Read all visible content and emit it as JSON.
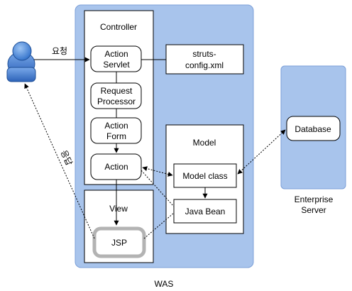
{
  "user": {
    "request_label": "요청",
    "response_label": "응답"
  },
  "was": {
    "label": "WAS",
    "controller": {
      "title": "Controller",
      "action_servlet": [
        "Action",
        "Servlet"
      ],
      "request_processor": [
        "Request",
        "Processor"
      ],
      "action_form": [
        "Action",
        "Form"
      ],
      "action": "Action"
    },
    "config": [
      "struts-",
      "config.xml"
    ],
    "model": {
      "title": "Model",
      "model_class": "Model class",
      "java_bean": "Java Bean"
    },
    "view": {
      "title": "View",
      "jsp": "JSP"
    }
  },
  "enterprise": {
    "label": [
      "Enterprise",
      "Server"
    ],
    "database": "Database"
  },
  "colors": {
    "container_fill": "#a8c4ec",
    "container_stroke": "#7b9fd8",
    "box_fill": "#ffffff",
    "jsp_border": "#b3b3b3",
    "user_fill": "#4f8fe0"
  }
}
